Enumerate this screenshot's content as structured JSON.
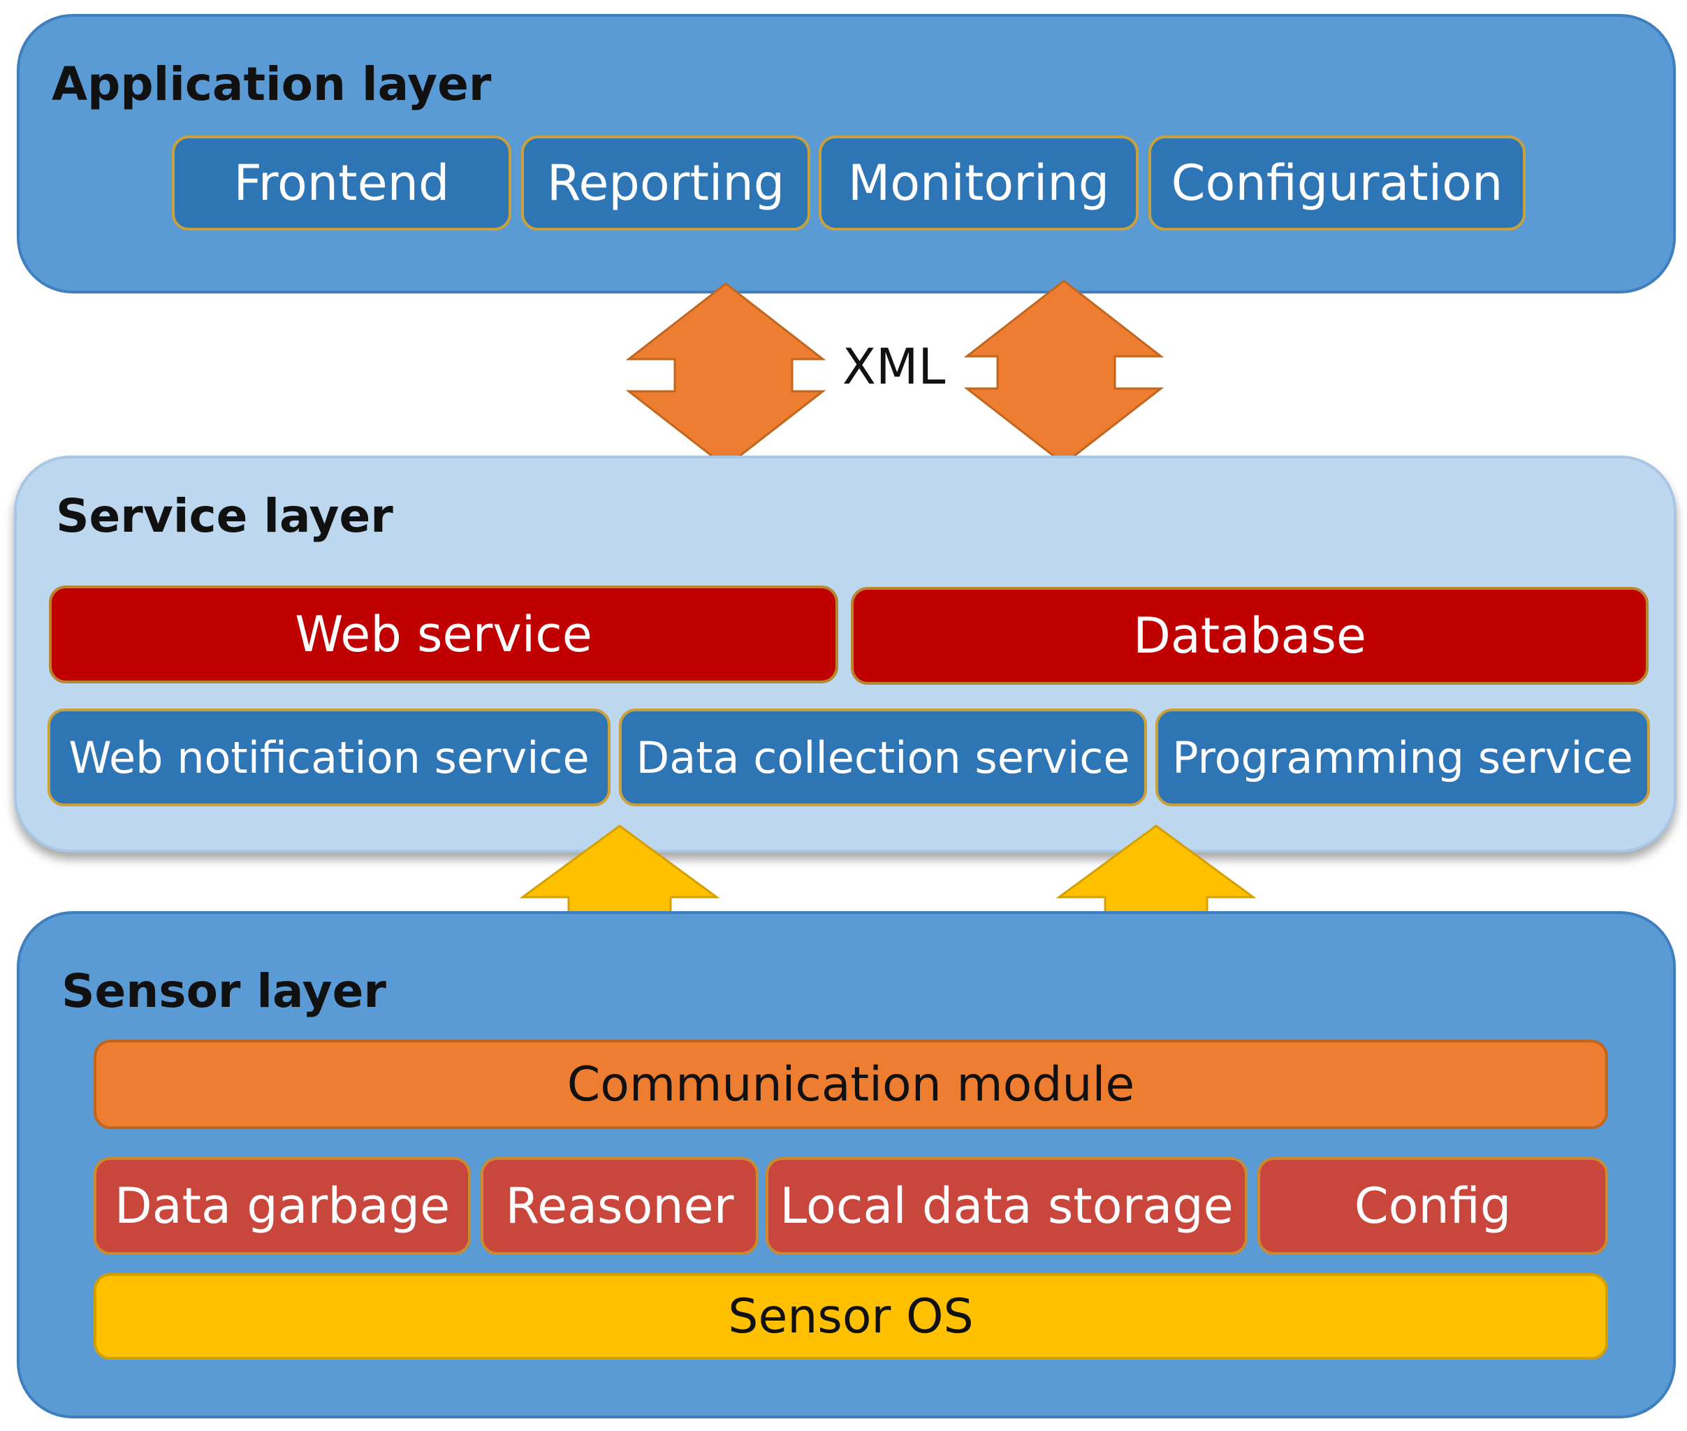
{
  "application_layer": {
    "title": "Application layer",
    "modules": [
      "Frontend",
      "Reporting",
      "Monitoring",
      "Configuration"
    ]
  },
  "connector_top": {
    "label": "XML"
  },
  "service_layer": {
    "title": "Service layer",
    "primary": [
      "Web service",
      "Database"
    ],
    "services": [
      "Web notification service",
      "Data collection service",
      "Programming service"
    ]
  },
  "sensor_layer": {
    "title": "Sensor layer",
    "communication": "Communication module",
    "components": [
      "Data garbage",
      "Reasoner",
      "Local data storage",
      "Config"
    ],
    "os": "Sensor OS"
  },
  "colors": {
    "app_layer": "#5b9bd5",
    "service_layer": "#bdd7ee",
    "module_blue": "#2e75b6",
    "primary_red": "#c00000",
    "comm_orange": "#ed7d31",
    "component_red": "#c9463d",
    "os_yellow": "#ffc000",
    "arrow_orange": "#ed7d31",
    "arrow_yellow": "#ffc000"
  }
}
